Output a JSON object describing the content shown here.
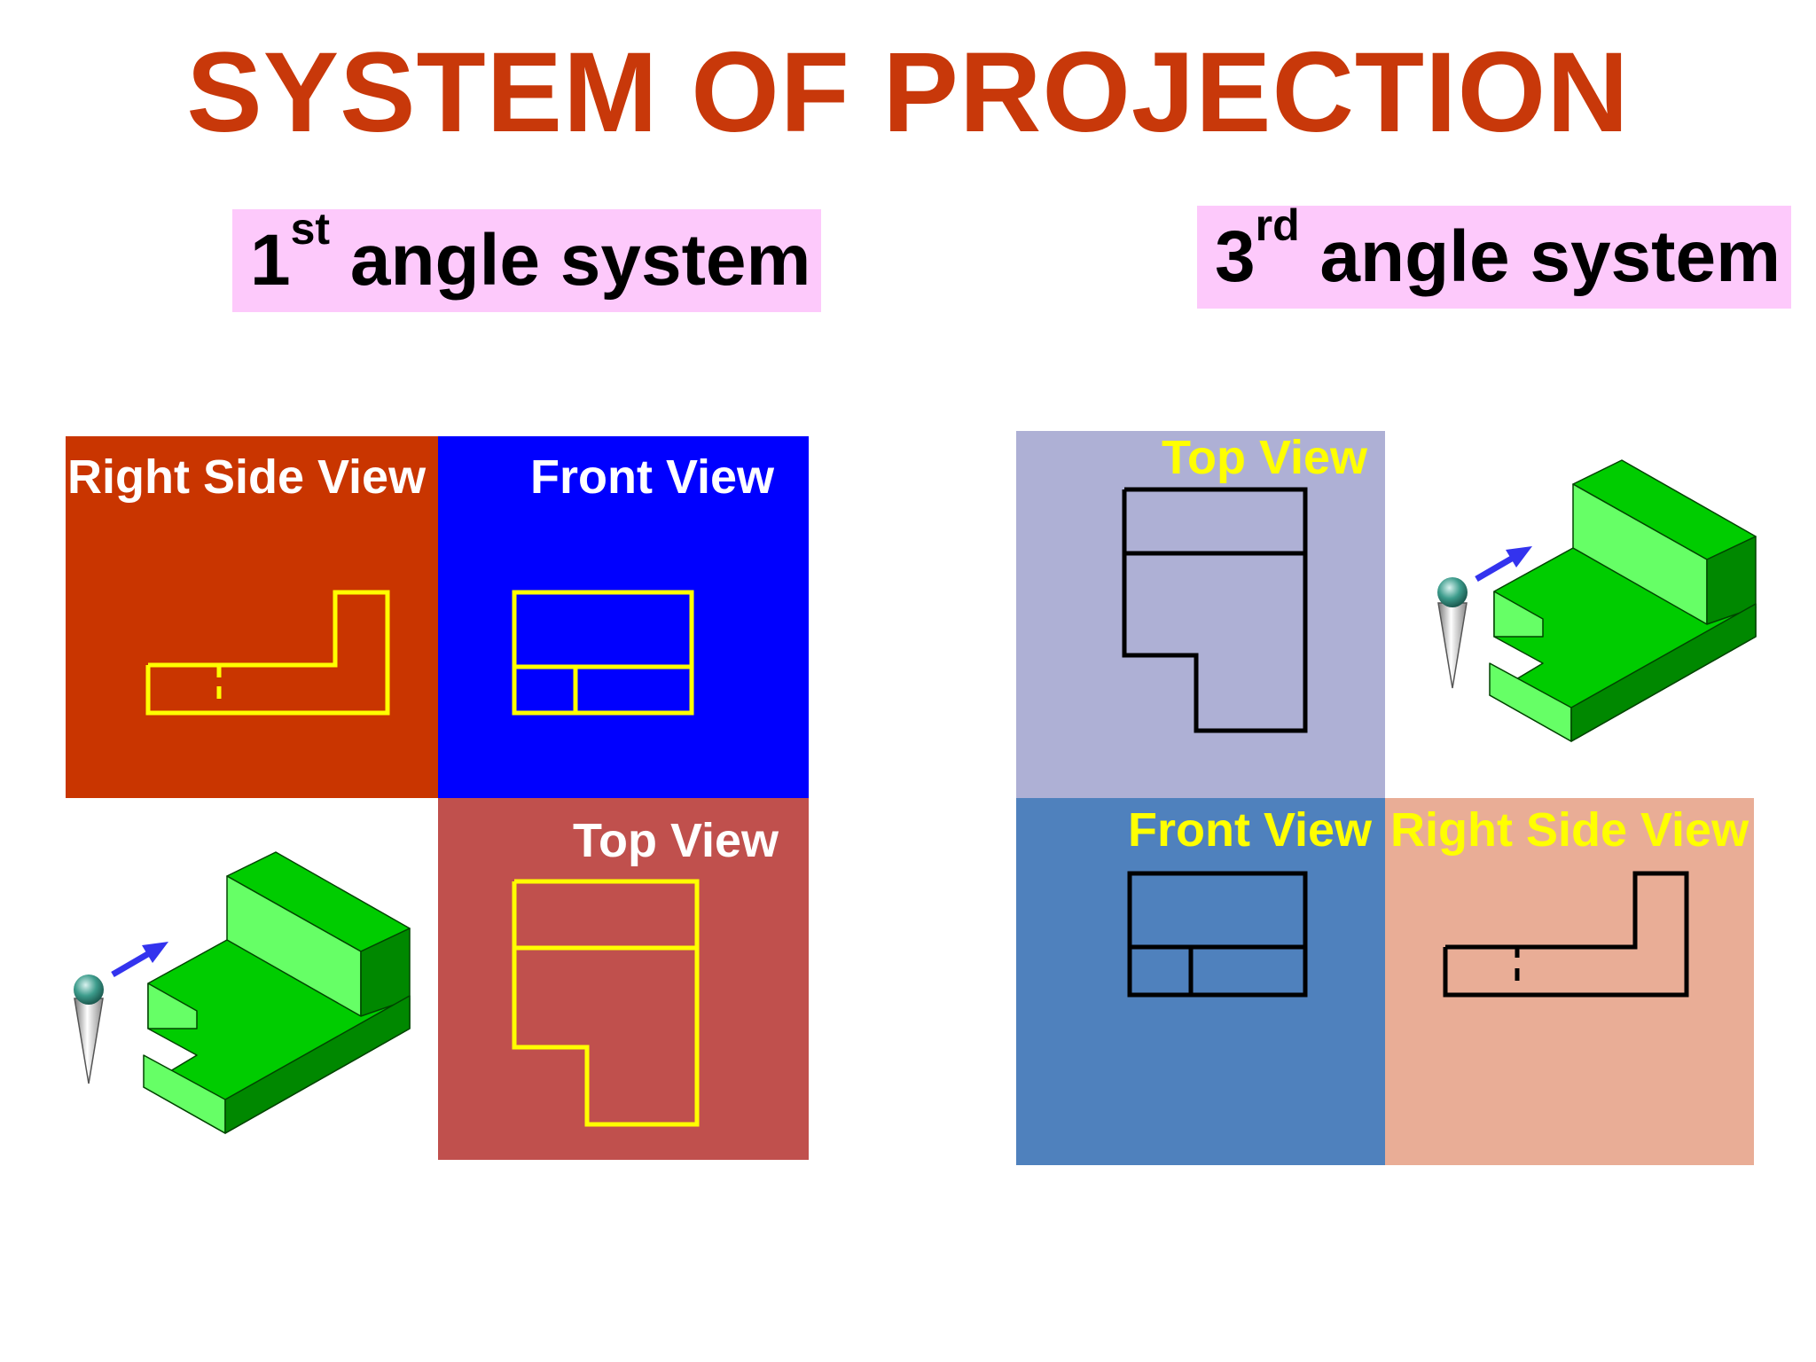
{
  "slide": {
    "title": "SYSTEM OF PROJECTION"
  },
  "first_angle": {
    "label_number": "1",
    "label_superscript": "st",
    "label_text": " angle system",
    "right_side_view": "Right Side View",
    "front_view": "Front View",
    "top_view": "Top View"
  },
  "third_angle": {
    "label_number": "3",
    "label_superscript": "rd",
    "label_text": " angle system",
    "top_view": "Top View",
    "front_view": "Front View",
    "right_side_view": "Right Side View"
  },
  "colors": {
    "title": "#c8380a",
    "label_bg": "#fdc9fb",
    "first_right_side_panel": "#c93500",
    "first_front_panel": "#0000ff",
    "first_top_panel": "#c0504d",
    "third_top_panel": "#aeb0d5",
    "third_front_panel": "#4f81bd",
    "third_right_side_panel": "#e9ad96",
    "outline_first": "#ffff00",
    "outline_third": "#000000",
    "object_green": "#00cc00"
  }
}
